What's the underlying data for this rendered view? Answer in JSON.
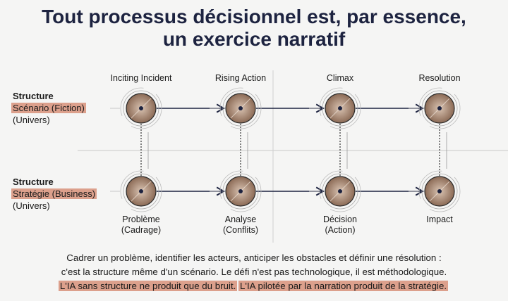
{
  "title": {
    "line1": "Tout processus décisionnel est, par essence,",
    "line2": "un exercice narratif"
  },
  "rows": [
    {
      "heading": "Structure",
      "highlight": "Scénario (Fiction)",
      "sub": "(Univers)"
    },
    {
      "heading": "Structure",
      "highlight": "Stratégie (Business)",
      "sub": "(Univers)"
    }
  ],
  "top_stages": [
    "Inciting Incident",
    "Rising Action",
    "Climax",
    "Resolution"
  ],
  "bottom_stages": [
    {
      "l1": "Problème",
      "l2": "(Cadrage)"
    },
    {
      "l1": "Analyse",
      "l2": "(Conflits)"
    },
    {
      "l1": "Décision",
      "l2": "(Action)"
    },
    {
      "l1": "Impact",
      "l2": ""
    }
  ],
  "body": {
    "line1": "Cadrer un problème, identifier les acteurs, anticiper les obstacles et définir une résolution :",
    "line2": "c'est la structure même d'un scénario. Le défi n'est pas technologique, il est méthodologique.",
    "highlight1": "L'IA sans structure ne produit que du bruit.",
    "highlight2": "L'IA pilotée par la narration produit de la stratégie."
  },
  "colors": {
    "highlight": "#dca08c",
    "title": "#1d2340",
    "node": "#a88670"
  }
}
